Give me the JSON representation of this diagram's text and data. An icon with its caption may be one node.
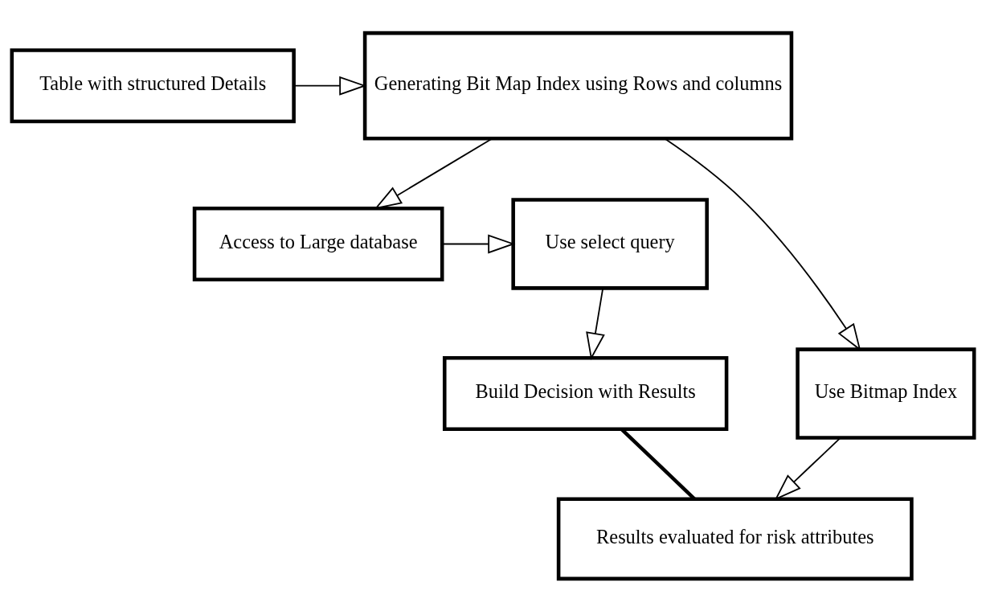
{
  "diagram": {
    "nodes": [
      {
        "text": [
          "Table with structured Details"
        ]
      },
      {
        "text": [
          "Generating Bit Map Index using Rows and columns"
        ]
      },
      {
        "text": [
          "Use select query"
        ]
      },
      {
        "text": [
          "Access to Large database"
        ]
      },
      {
        "text": [
          "Use Bitmap Index"
        ]
      },
      {
        "text": [
          "Build Decision with Results"
        ]
      },
      {
        "text": [
          "Results evaluated for risk attributes"
        ]
      }
    ],
    "edges": [
      {
        "from": 0,
        "to": 1,
        "arrow": "to"
      },
      {
        "from": 1,
        "to": 4,
        "arrow": "to"
      },
      {
        "from": 1,
        "to": 3,
        "arrow": "to"
      },
      {
        "from": 3,
        "to": 2,
        "arrow": "to"
      },
      {
        "from": 2,
        "to": 5,
        "arrow": "to"
      },
      {
        "from": 4,
        "to": 6,
        "arrow": "to"
      },
      {
        "from": 5,
        "to": 6,
        "arrow": "none",
        "style": "thick"
      }
    ]
  }
}
